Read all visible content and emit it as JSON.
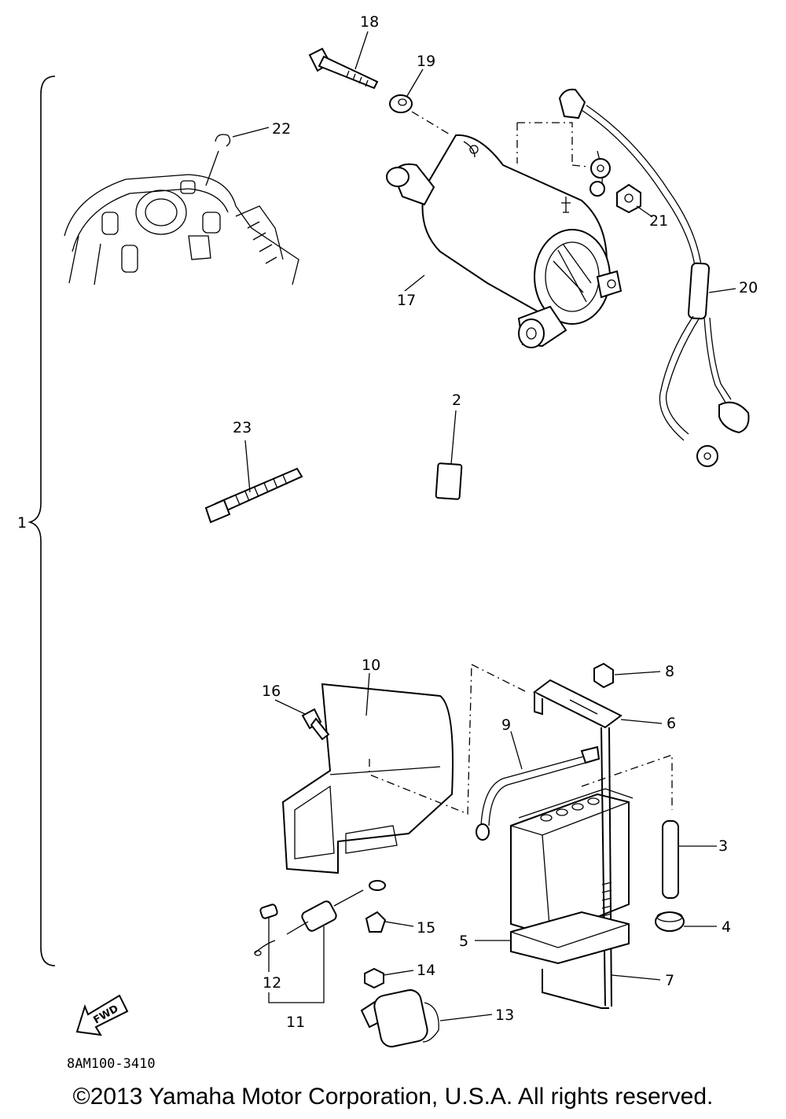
{
  "diagram": {
    "callouts": {
      "c1": "1",
      "c2": "2",
      "c3": "3",
      "c4": "4",
      "c5": "5",
      "c6": "6",
      "c7": "7",
      "c8": "8",
      "c9": "9",
      "c10": "10",
      "c11": "11",
      "c12": "12",
      "c13": "13",
      "c14": "14",
      "c15": "15",
      "c16": "16",
      "c17": "17",
      "c18": "18",
      "c19": "19",
      "c20": "20",
      "c21": "21",
      "c22": "22",
      "c23": "23"
    },
    "fwd_label": "FWD",
    "code": "8AM100-3410"
  },
  "footer": {
    "copyright": "©2013 Yamaha Motor Corporation, U.S.A. All rights reserved."
  }
}
